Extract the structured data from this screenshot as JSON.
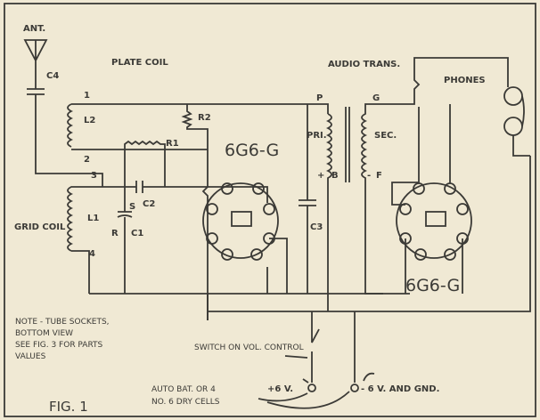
{
  "labels": {
    "antenna": "ANT.",
    "c4": "C4",
    "plate_coil": "PLATE COIL",
    "l2": "L2",
    "r2": "R2",
    "r1": "R1",
    "c2": "C2",
    "grid_coil": "GRID COIL",
    "l1": "L1",
    "c1": "C1",
    "s": "S",
    "r": "R",
    "c3": "C3",
    "tube1": "6G6-G",
    "tube2": "6G6-G",
    "audio_trans": "AUDIO TRANS.",
    "p": "P",
    "g": "G",
    "pri": "PRI.",
    "sec": "SEC.",
    "plus": "+",
    "b": "B",
    "minus": "-",
    "f": "F",
    "phones": "PHONES",
    "coil_taps": [
      "1",
      "2",
      "3",
      "4"
    ],
    "switch": "SWITCH ON VOL. CONTROL",
    "plus6": "+6 V.",
    "minus6": "- 6 V. AND GND.",
    "battery_line1": "AUTO BAT. OR 4",
    "battery_line2": "NO. 6 DRY CELLS",
    "note_line1": "NOTE - TUBE SOCKETS,",
    "note_line2": "BOTTOM VIEW",
    "note_line3": "SEE FIG. 3 FOR PARTS",
    "note_line4": "VALUES",
    "figure": "FIG. 1"
  }
}
